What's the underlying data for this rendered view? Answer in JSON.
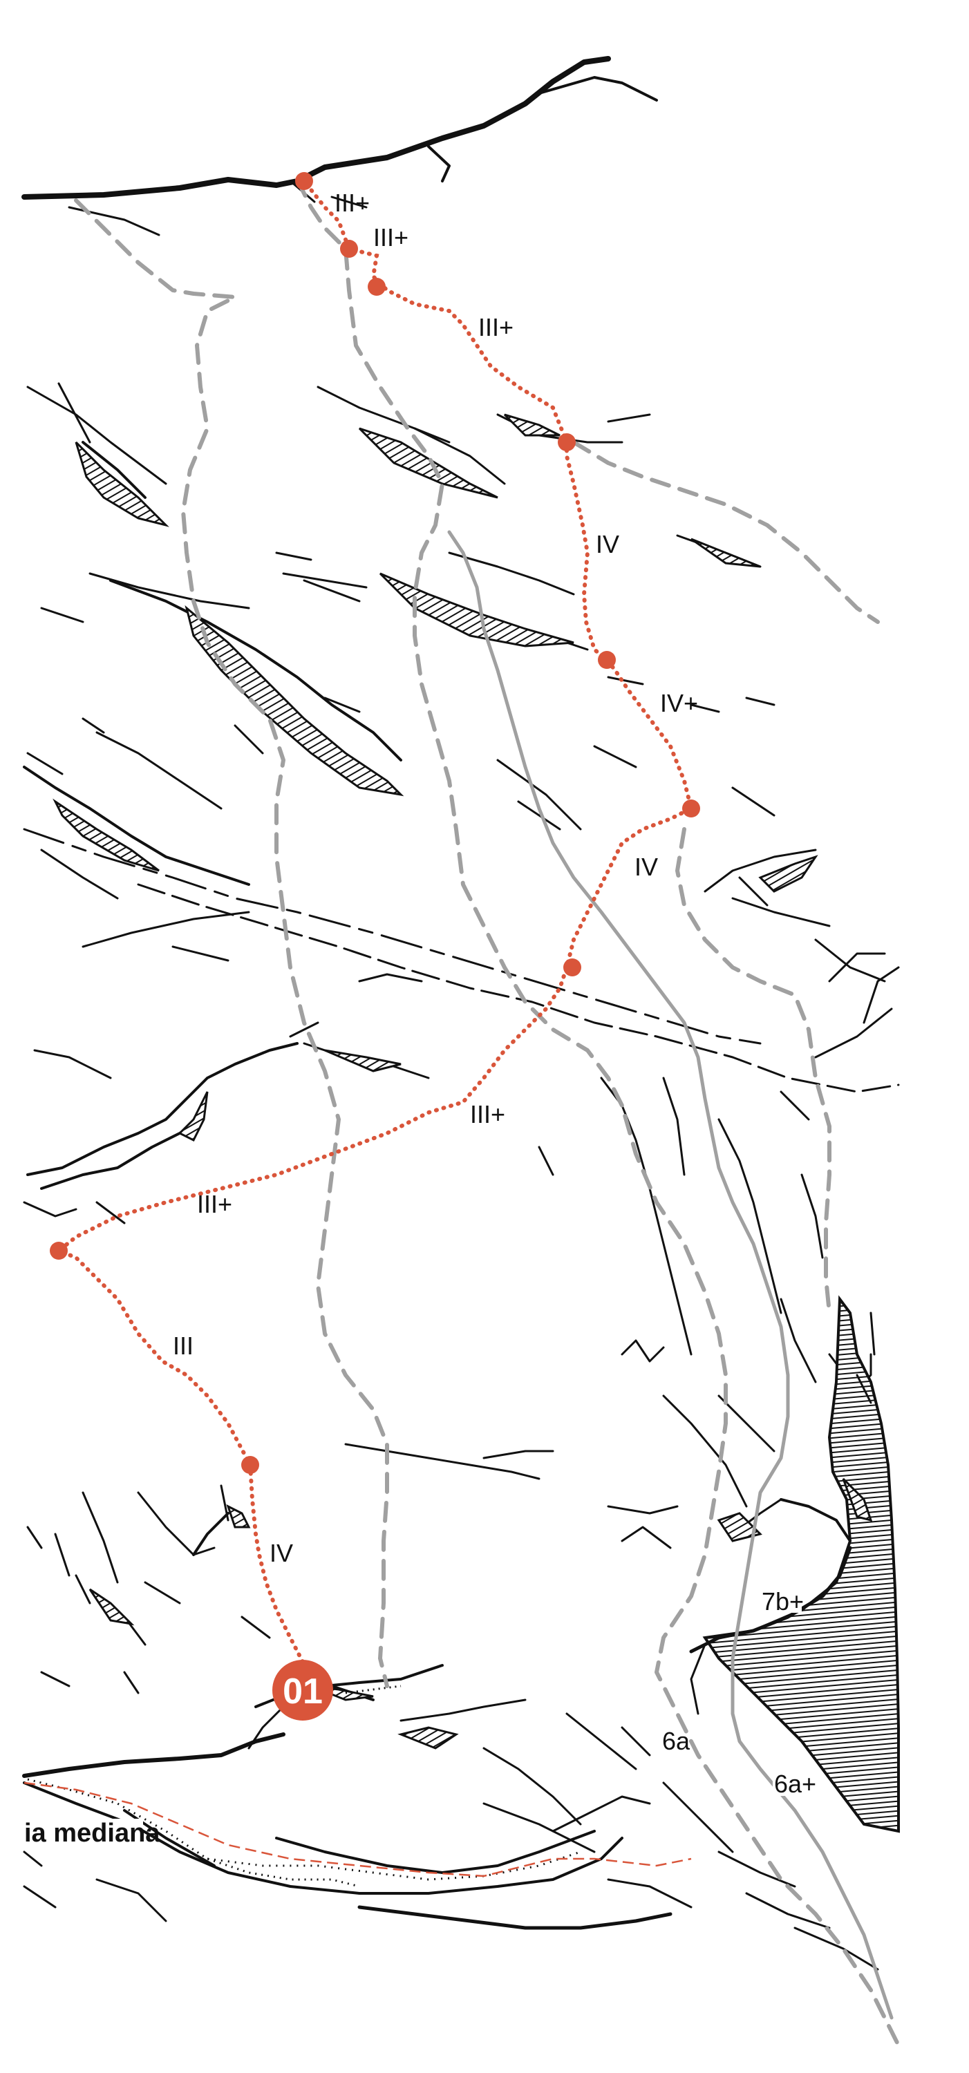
{
  "colors": {
    "route": "#d9553a",
    "other_routes": "#a0a0a0",
    "rock": "#111111",
    "background": "#ffffff"
  },
  "route": {
    "number": "01",
    "pitch_grades": [
      "IV",
      "III",
      "III+",
      "III+",
      "IV",
      "IV+",
      "IV",
      "III+",
      "III+",
      "III+"
    ]
  },
  "other_route_grades": [
    "7b+",
    "6a",
    "6a+"
  ],
  "approach_path": {
    "name": "ia mediana"
  }
}
